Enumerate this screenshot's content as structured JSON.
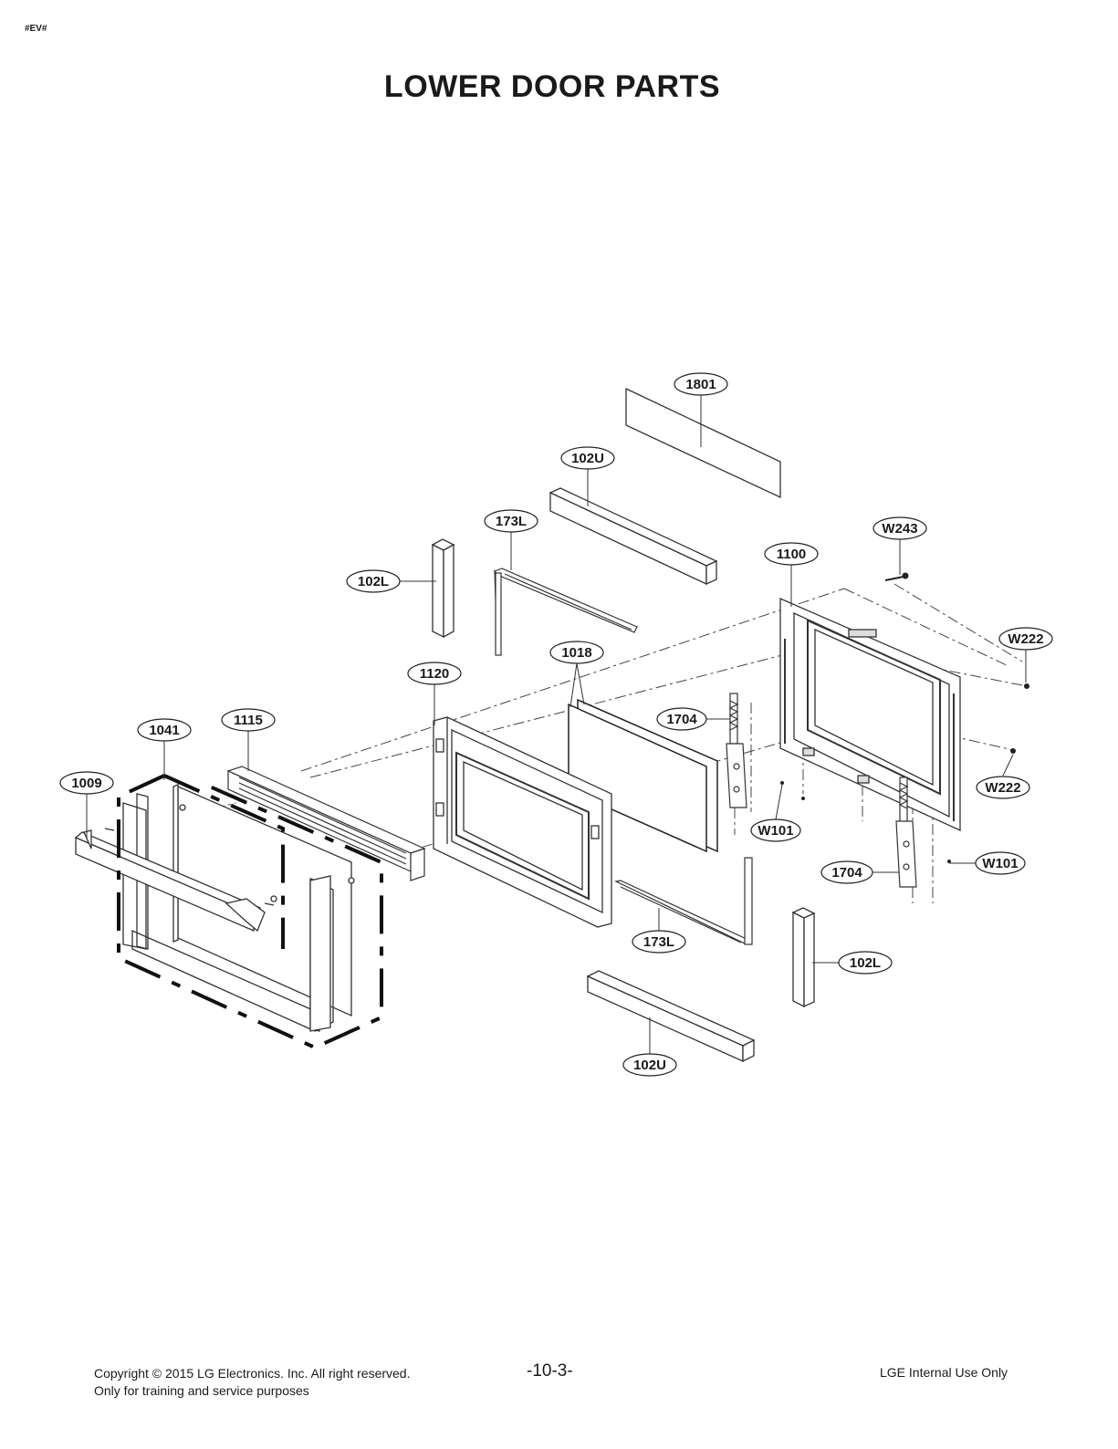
{
  "header": {
    "tag": "#EV#",
    "title": "LOWER DOOR PARTS"
  },
  "parts": {
    "p1801": "1801",
    "p102u_top": "102U",
    "p173l_top": "173L",
    "p102l_left": "102L",
    "pw243": "W243",
    "p1100": "1100",
    "pw222_top": "W222",
    "p1018": "1018",
    "p1120": "1120",
    "p1704_left": "1704",
    "p1115": "1115",
    "p1041": "1041",
    "p1009": "1009",
    "pw222_bottom": "W222",
    "pw101_left": "W101",
    "pw101_right": "W101",
    "p1704_right": "1704",
    "p173l_bottom": "173L",
    "p102l_right": "102L",
    "p102u_bottom": "102U"
  },
  "footer": {
    "copyright": "Copyright © 2015 LG Electronics. Inc. All right reserved.",
    "purpose": "Only for training and service purposes",
    "page_number": "-10-3-",
    "internal": "LGE Internal Use Only"
  }
}
